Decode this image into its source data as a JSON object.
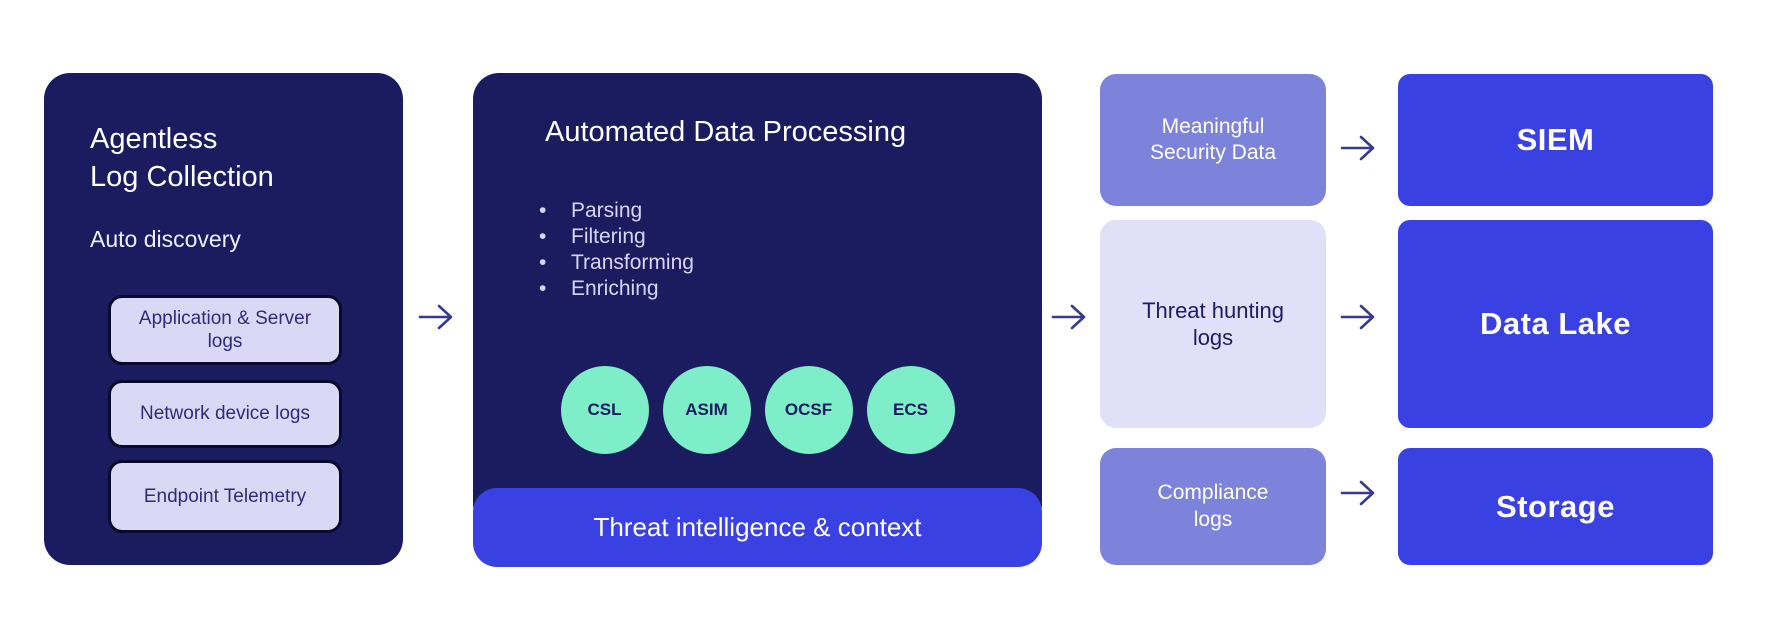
{
  "collection": {
    "title": "Agentless\nLog Collection",
    "subtitle": "Auto discovery",
    "sources": [
      "Application & Server\nlogs",
      "Network device logs",
      "Endpoint Telemetry"
    ]
  },
  "processing": {
    "title": "Automated Data Processing",
    "steps": [
      "Parsing",
      "Filtering",
      "Transforming",
      "Enriching"
    ],
    "schemas": [
      "CSL",
      "ASIM",
      "OCSF",
      "ECS"
    ],
    "banner": "Threat intelligence & context"
  },
  "outputs": [
    "Meaningful\nSecurity Data",
    "Threat hunting\nlogs",
    "Compliance\nlogs"
  ],
  "destinations": [
    "SIEM",
    "Data Lake",
    "Storage"
  ],
  "arrow_glyph": "→",
  "colors": {
    "navy": "#1b1c60",
    "bright_blue": "#3941e2",
    "mint": "#7deec7",
    "purple": "#7d83da",
    "lavender": "#e2dff8",
    "chip_fill": "#dbd8f6",
    "chip_border": "#0a0a2e",
    "chip_text": "#2e2c78",
    "arrow": "#363c85",
    "background": "#ffffff"
  }
}
